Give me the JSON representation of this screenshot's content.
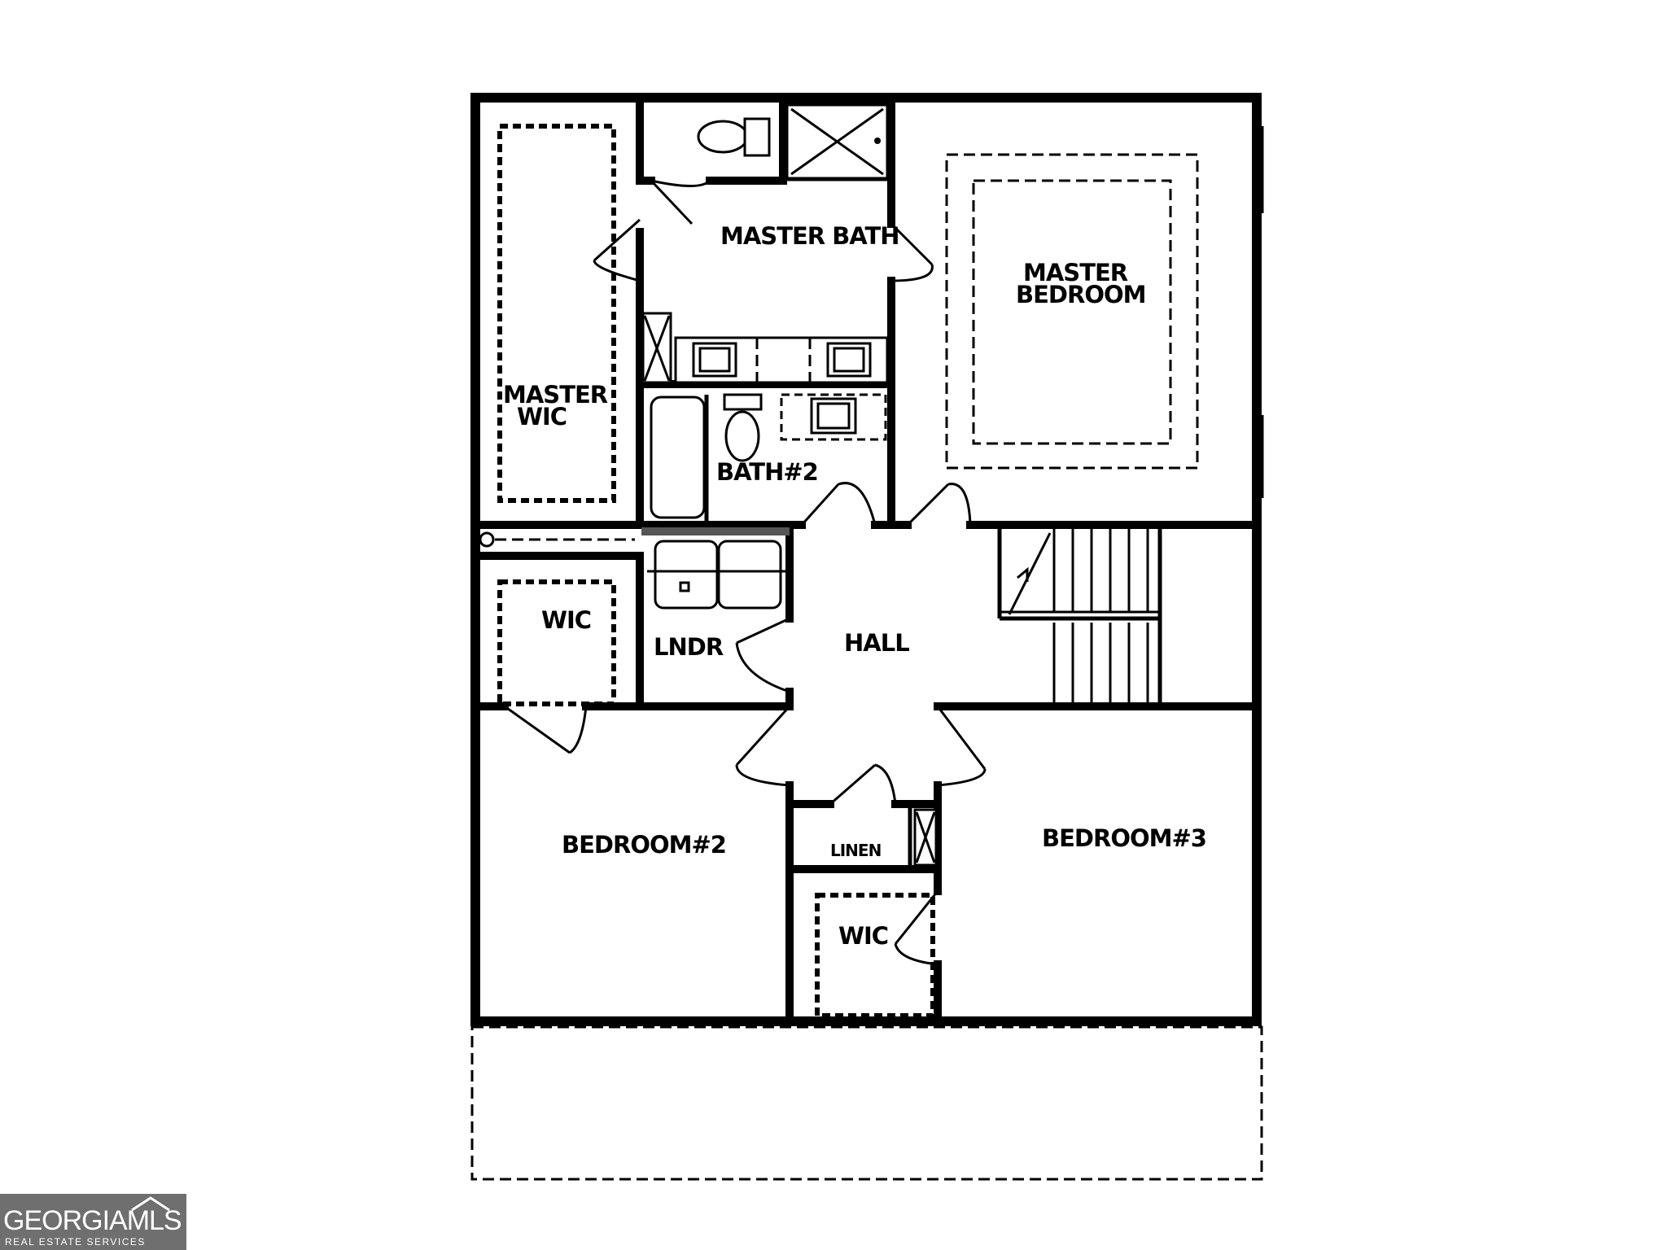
{
  "rooms": {
    "master_bath": "MASTER BATH",
    "master_bedroom_line1": "MASTER",
    "master_bedroom_line2": "BEDROOM",
    "master_wic_line1": "MASTER",
    "master_wic_line2": "WIC",
    "bath2": "BATH#2",
    "wic_left": "WIC",
    "lndr": "LNDR",
    "hall": "HALL",
    "bedroom2": "BEDROOM#2",
    "bedroom3": "BEDROOM#3",
    "linen": "LINEN",
    "wic_bottom": "WIC"
  },
  "logo": {
    "brand": "GEORGIAMLS",
    "tagline": "REAL ESTATE SERVICES",
    "color": "#6f6f6f"
  },
  "icons": [
    "toilet-icon",
    "shower-icon",
    "sink-icon",
    "bathtub-icon",
    "washer-dryer-icon",
    "stairs-icon"
  ]
}
